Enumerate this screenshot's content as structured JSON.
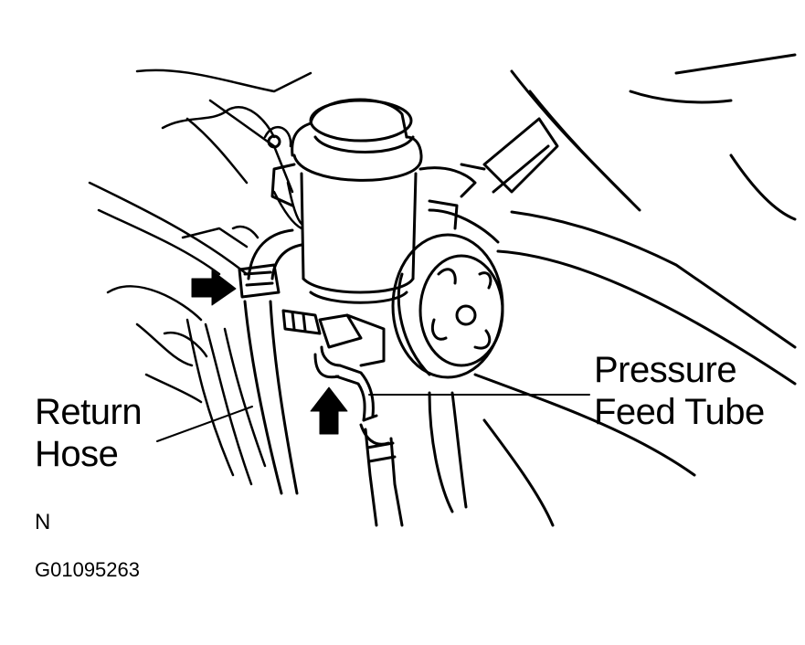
{
  "labels": {
    "return_hose": [
      "Return",
      "Hose"
    ],
    "pressure_feed_tube": [
      "Pressure",
      "Feed Tube"
    ]
  },
  "orientation_mark": "N",
  "figure_id": "G01095263",
  "colors": {
    "ink": "#000000",
    "paper": "#ffffff"
  }
}
